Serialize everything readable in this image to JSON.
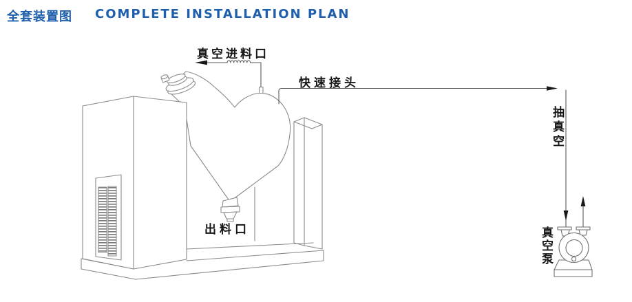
{
  "header": {
    "title_zh": "全套装置图",
    "title_en": "COMPLETE INSTALLATION PLAN",
    "title_color": "#1d5fad"
  },
  "diagram": {
    "labels": {
      "feed_inlet": "真空进料口",
      "quick_connector": "快速接头",
      "discharge_outlet": "出料口",
      "vacuum_suction": "抽真空",
      "vacuum_pump": "真空泵"
    },
    "line_color": "#8a8a8a",
    "arrow_color": "#1a1a1a",
    "label_color": "#161616",
    "background_color": "#ffffff",
    "components": [
      "control-cabinet-with-vent-grille",
      "v-type-mixing-vessel",
      "charging-lid",
      "feed-inlet-hose-coil",
      "quick-connector-pipe",
      "discharge-valve",
      "support-column",
      "base-platform",
      "vacuum-pump"
    ]
  }
}
